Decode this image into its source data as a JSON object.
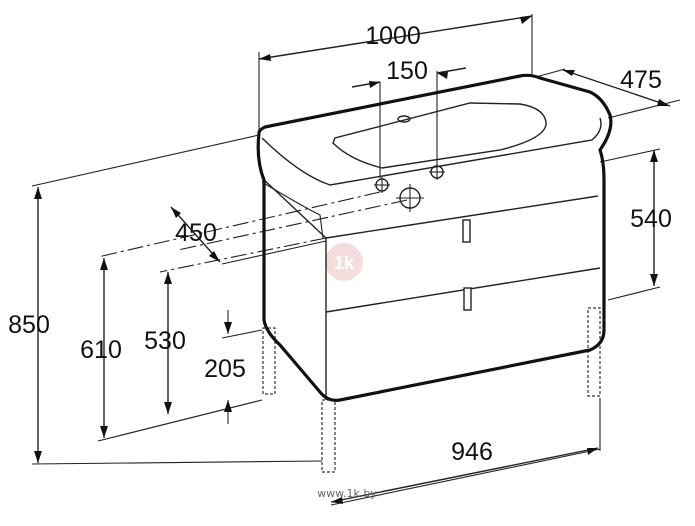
{
  "dimensions": {
    "width": "1000",
    "depth": "475",
    "tap_spacing": "150",
    "cabinet_height": "540",
    "drain_offset": "450",
    "total_height": "850",
    "height_610": "610",
    "height_530": "530",
    "leg_height": "205",
    "leg_spacing": "946"
  },
  "watermark": {
    "text": "www.1k.by",
    "logo_text": "1k"
  }
}
